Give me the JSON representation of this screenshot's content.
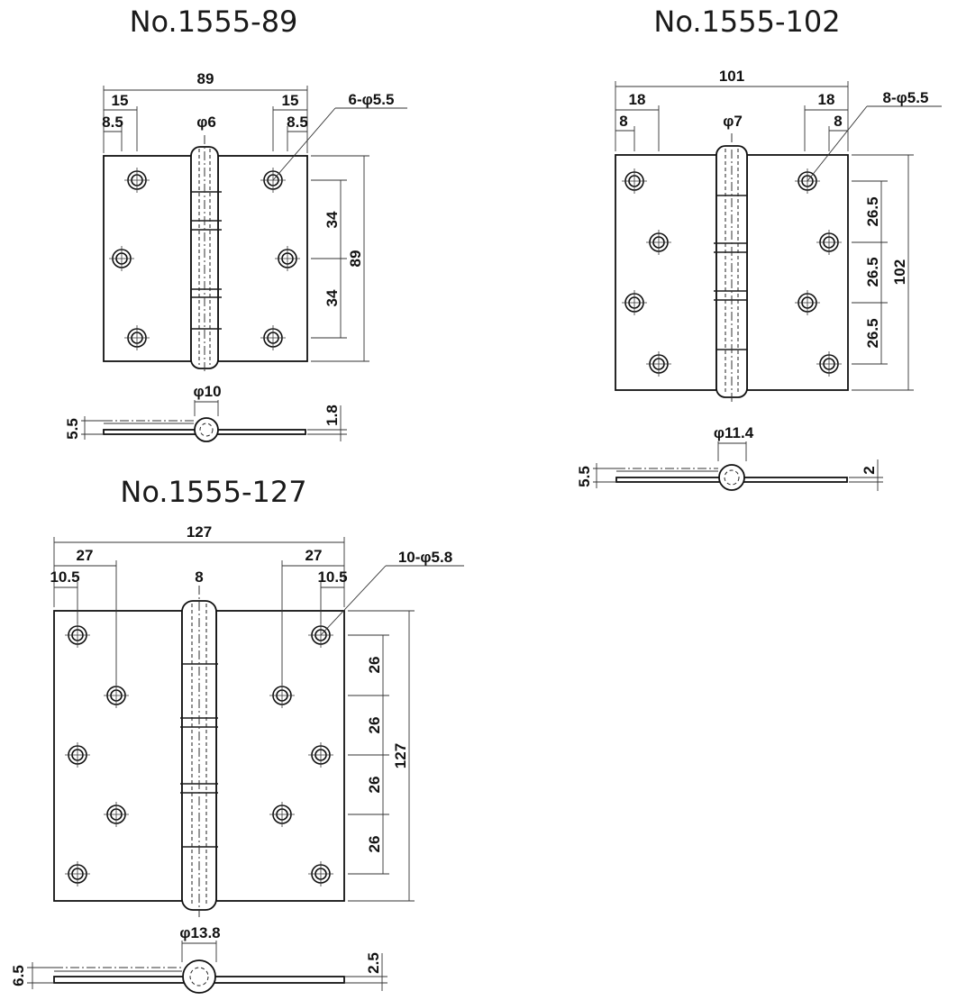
{
  "hinges": [
    {
      "model": "No.1555-89",
      "dims": {
        "overall_width": "89",
        "edge_outer_left": "15",
        "edge_outer_right": "15",
        "edge_inner_left": "8.5",
        "edge_inner_right": "8.5",
        "pin": "φ6",
        "holes": "6-φ5.5",
        "pitch_1": "34",
        "pitch_2": "34",
        "overall_height": "89",
        "knuckle": "φ10",
        "leaf_gap": "5.5",
        "thickness": "1.8"
      }
    },
    {
      "model": "No.1555-102",
      "dims": {
        "overall_width": "101",
        "edge_outer_left": "18",
        "edge_outer_right": "18",
        "edge_inner_left": "8",
        "edge_inner_right": "8",
        "pin": "φ7",
        "holes": "8-φ5.5",
        "pitch_1": "26.5",
        "pitch_2": "26.5",
        "pitch_3": "26.5",
        "overall_height": "102",
        "knuckle": "φ11.4",
        "leaf_gap": "5.5",
        "thickness": "2"
      }
    },
    {
      "model": "No.1555-127",
      "dims": {
        "overall_width": "127",
        "edge_outer_left": "27",
        "edge_outer_right": "27",
        "edge_inner_left": "10.5",
        "edge_inner_right": "10.5",
        "pin": "8",
        "holes": "10-φ5.8",
        "pitch_1": "26",
        "pitch_2": "26",
        "pitch_3": "26",
        "pitch_4": "26",
        "overall_height": "127",
        "knuckle": "φ13.8",
        "leaf_gap": "6.5",
        "thickness": "2.5"
      }
    }
  ]
}
